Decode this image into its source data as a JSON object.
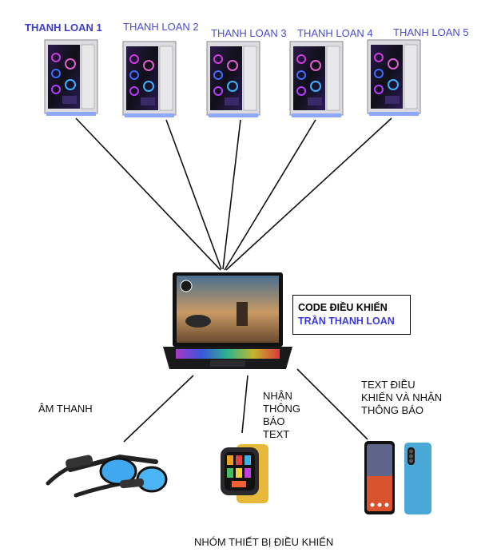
{
  "computers": [
    {
      "label": "THANH LOAN 1"
    },
    {
      "label": "THANH LOAN 2"
    },
    {
      "label": "THANH LOAN 3"
    },
    {
      "label": "THANH LOAN 4"
    },
    {
      "label": "THANH LOAN 5"
    }
  ],
  "code_box": {
    "line1": "CODE ĐIỀU KHIỂN",
    "line2": "TRẦN THANH LOAN"
  },
  "devices": {
    "glasses_label": "ÂM THANH",
    "watch_label": [
      "NHẬN",
      "THÔNG",
      "BÁO",
      "TEXT"
    ],
    "phone_label": [
      "TEXT ĐIỀU",
      "KHIỂN VÀ NHẬN",
      "THÔNG BÁO"
    ]
  },
  "group_caption": "NHÓM THIẾT BỊ ĐIỀU KHIỂN",
  "colors": {
    "label_blue": "#4b4bd1",
    "code_blue": "#3b3be0"
  }
}
